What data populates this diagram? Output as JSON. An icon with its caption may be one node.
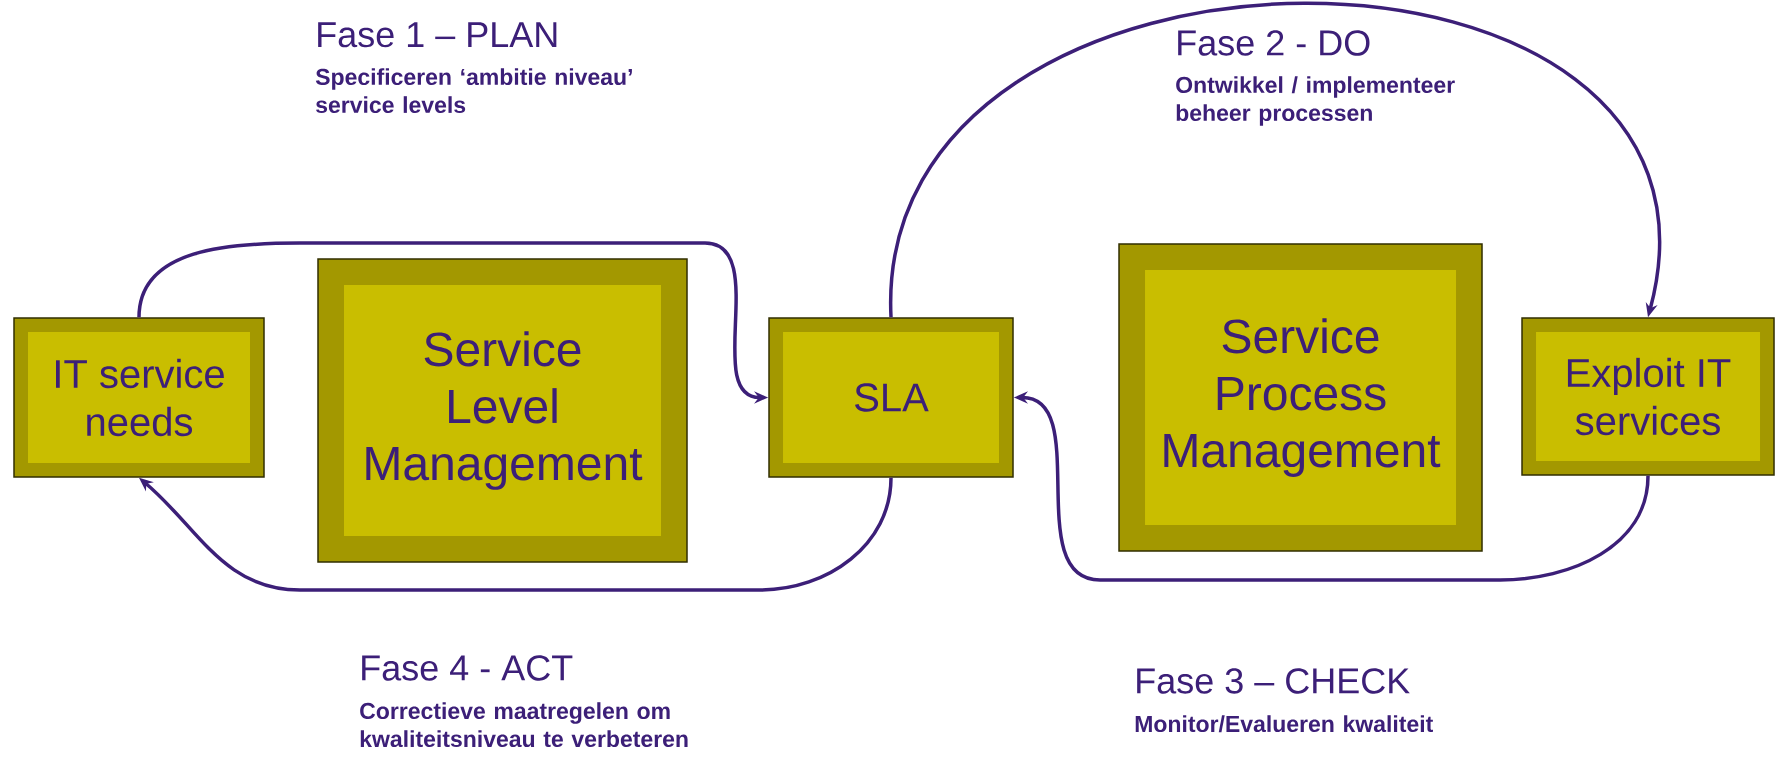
{
  "diagram": {
    "nodes": [
      {
        "text": [
          "IT service needs"
        ]
      },
      {
        "text": [
          "Service Level Management"
        ]
      },
      {
        "text": [
          "SLA"
        ]
      },
      {
        "text": [
          "Service Process Management"
        ]
      },
      {
        "text": [
          "Exploit IT services"
        ]
      }
    ],
    "edges": [
      {
        "from": 0,
        "to": 2,
        "arrow": "to"
      },
      {
        "from": 2,
        "to": 4,
        "arrow": "to"
      },
      {
        "from": 4,
        "to": 2,
        "arrow": "to"
      },
      {
        "from": 2,
        "to": 0,
        "arrow": "to"
      }
    ],
    "labels": [
      "Fase 1 – PLAN",
      "Specificeren ‘ambitie niveau’ service levels",
      "Fase 2 - DO",
      "Ontwikkel / implementeer beheer processen",
      "Fase 4 - ACT",
      "Correctieve maatregelen om kwaliteitsniveau te verbeteren",
      "Fase 3 – CHECK",
      "Monitor/Evalueren kwaliteit"
    ]
  }
}
